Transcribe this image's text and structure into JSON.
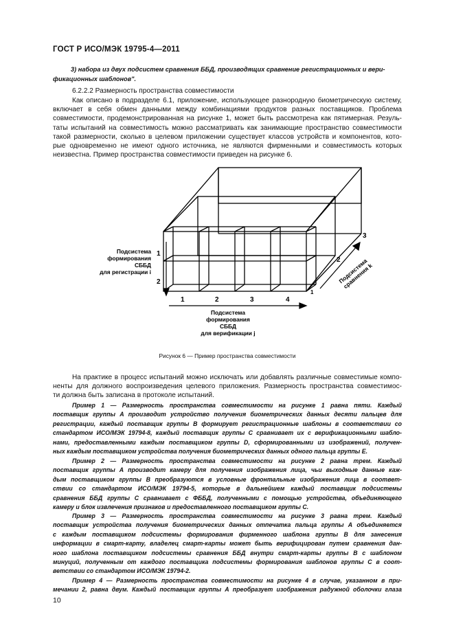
{
  "header": {
    "title": "ГОСТ Р ИСО/МЭК 19795-4—2011"
  },
  "intro_item": {
    "lines": [
      "3) набора из двух подсистем сравнения ББД, производящих сравнение регистрационных и вери-",
      "фикационных шаблонов\"."
    ]
  },
  "section": {
    "heading": "6.2.2.2 Размерность пространства совместимости",
    "lines": [
      "Как описано в подразделе 6.1, приложение, использующее разнородную биометрическую систему,",
      "включает в себя обмен данными между комбинациями продуктов разных поставщиков. Проблема",
      "совместимости, продемонстрированная на рисунке 1, может быть рассмотрена как пятимерная. Резуль-",
      "таты испытаний на совместимость можно рассматривать как занимающие пространство совместимости",
      "такой размерности, сколько в целевом приложении существует классов устройств и компонентов, кото-",
      "рые одновременно не имеют одного источника, не являются фирменными и совместимость которых",
      "неизвестна. Пример пространства совместимости приведен на рисунке 6."
    ]
  },
  "figure": {
    "caption": "Рисунок 6 — Пример пространства совместимости",
    "axis_left": [
      "Подсистема",
      "формирования",
      "СББД",
      "для регистрации i"
    ],
    "axis_bottom": [
      "Подсистема",
      "формирования",
      "СББД",
      "для верификации j"
    ],
    "axis_right": [
      "Подсистема",
      "сравнения k"
    ],
    "left_ticks": [
      "1",
      "2"
    ],
    "bottom_ticks": [
      "1",
      "2",
      "3",
      "4"
    ],
    "right_ticks": [
      "1",
      "2",
      "3"
    ]
  },
  "after_figure": {
    "lines": [
      "На практике в процесс испытаний можно исключать или добавлять различные совместимые компо-",
      "ненты для должного воспроизведения целевого приложения. Размерность пространства совместимос-",
      "ти должна быть записана в протоколе испытаний."
    ]
  },
  "examples": [
    {
      "lines": [
        "Пример 1 — Размерность пространства совместимости на рисунке 1 равна пяти. Каждый",
        "поставщик группы А производит устройство получения биометрических данных десяти пальцев для",
        "регистрации, каждый поставщик группы В формирует регистрационные шаблоны в соответствии со",
        "стандартом ИСО/МЭК 19794-8, каждый поставщик группы С сравнивает их с верификационными шабло-",
        "нами, предоставленными каждым поставщиком группы D, сформированными из изображений, получен-",
        "ных каждым поставщиком устройства получения биометрических данных одного пальца группы Е."
      ]
    },
    {
      "lines": [
        "Пример 2 — Размерность пространства совместимости на рисунке 2 равна трем. Каждый",
        "поставщик группы А производит камеру для получения изображения лица, чьи выходные данные каж-",
        "дым поставщиком группы В преобразуются в условные фронтальные изображения лица в соответ-",
        "ствии со стандартом ИСО/МЭК 19794-5, которые в дальнейшем каждый поставщик подсистемы",
        "сравнения ББД группы С сравнивает с ФББД, полученными с помощью устройства, объединяющего",
        "камеру и блок извлечения признаков и предоставленного поставщиком группы С."
      ]
    },
    {
      "lines": [
        "Пример 3 — Размерность пространства совместимости на рисунке 3 равна трем. Каждый",
        "поставщик устройства получения биометрических данных отпечатка пальца группы А объединяется",
        "с каждым поставщиком подсистемы формирования фирменного шаблона группы В для занесения",
        "информации в смарт-карту, владелец смарт-карты может быть верифицирован путем сравнения дан-",
        "ного шаблона поставщиком подсистемы сравнения ББД внутри смарт-карты группы В с шаблоном",
        "минуций, полученным от каждого поставщика подсистемы формирования шаблонов группы С в соот-",
        "ветствии со стандартом ИСО/МЭК 19794-2."
      ]
    },
    {
      "lines": [
        "Пример 4 — Размерность пространства совместимости на рисунке 4 в случае, указанном в при-",
        "мечании 2, равна двум. Каждый поставщик группы А преобразует изображения радужной оболочки глаза"
      ]
    }
  ],
  "footer": {
    "page_number": "10"
  }
}
